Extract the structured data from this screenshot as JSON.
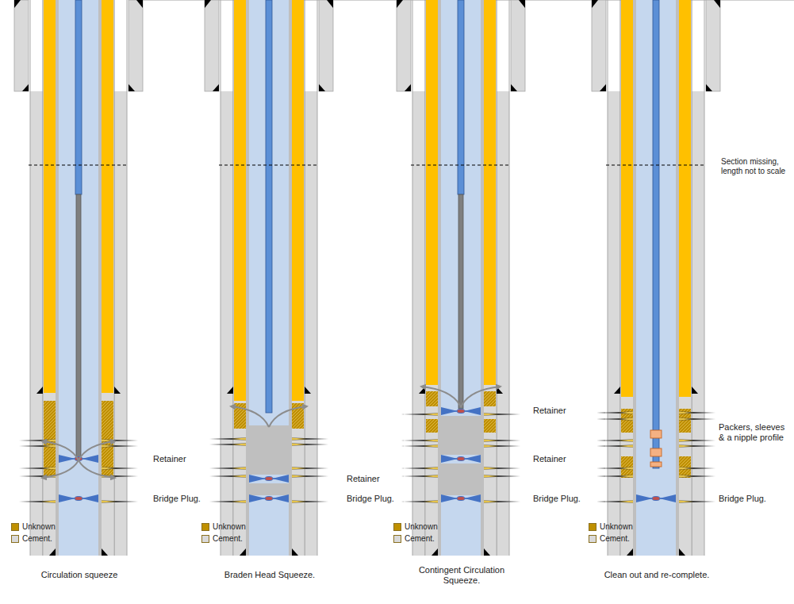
{
  "diagram": {
    "labels": [
      "Section missing, length not to scale",
      "Retainer",
      "Bridge Plug.",
      "Circulation squeeze",
      "Retainer",
      "Bridge Plug.",
      "Braden Head Squeeze.",
      "Retainer",
      "Retainer",
      "Bridge Plug.",
      "Contingent Circulation Squeeze.",
      "Packers, sleeves & a nipple profile",
      "Bridge Plug.",
      "Clean out and re-complete."
    ],
    "legend": [
      {
        "text": "Unknown",
        "color": "#bf9000"
      },
      {
        "text": "Cement.",
        "color": "#d9d9d9"
      },
      {
        "text": "Unknown",
        "color": "#bf9000"
      },
      {
        "text": "Cement.",
        "color": "#d9d9d9"
      },
      {
        "text": "Unknown",
        "color": "#bf9000"
      },
      {
        "text": "Cement.",
        "color": "#d9d9d9"
      },
      {
        "text": "Unknown",
        "color": "#bf9000"
      },
      {
        "text": "Cement.",
        "color": "#d9d9d9"
      }
    ]
  }
}
